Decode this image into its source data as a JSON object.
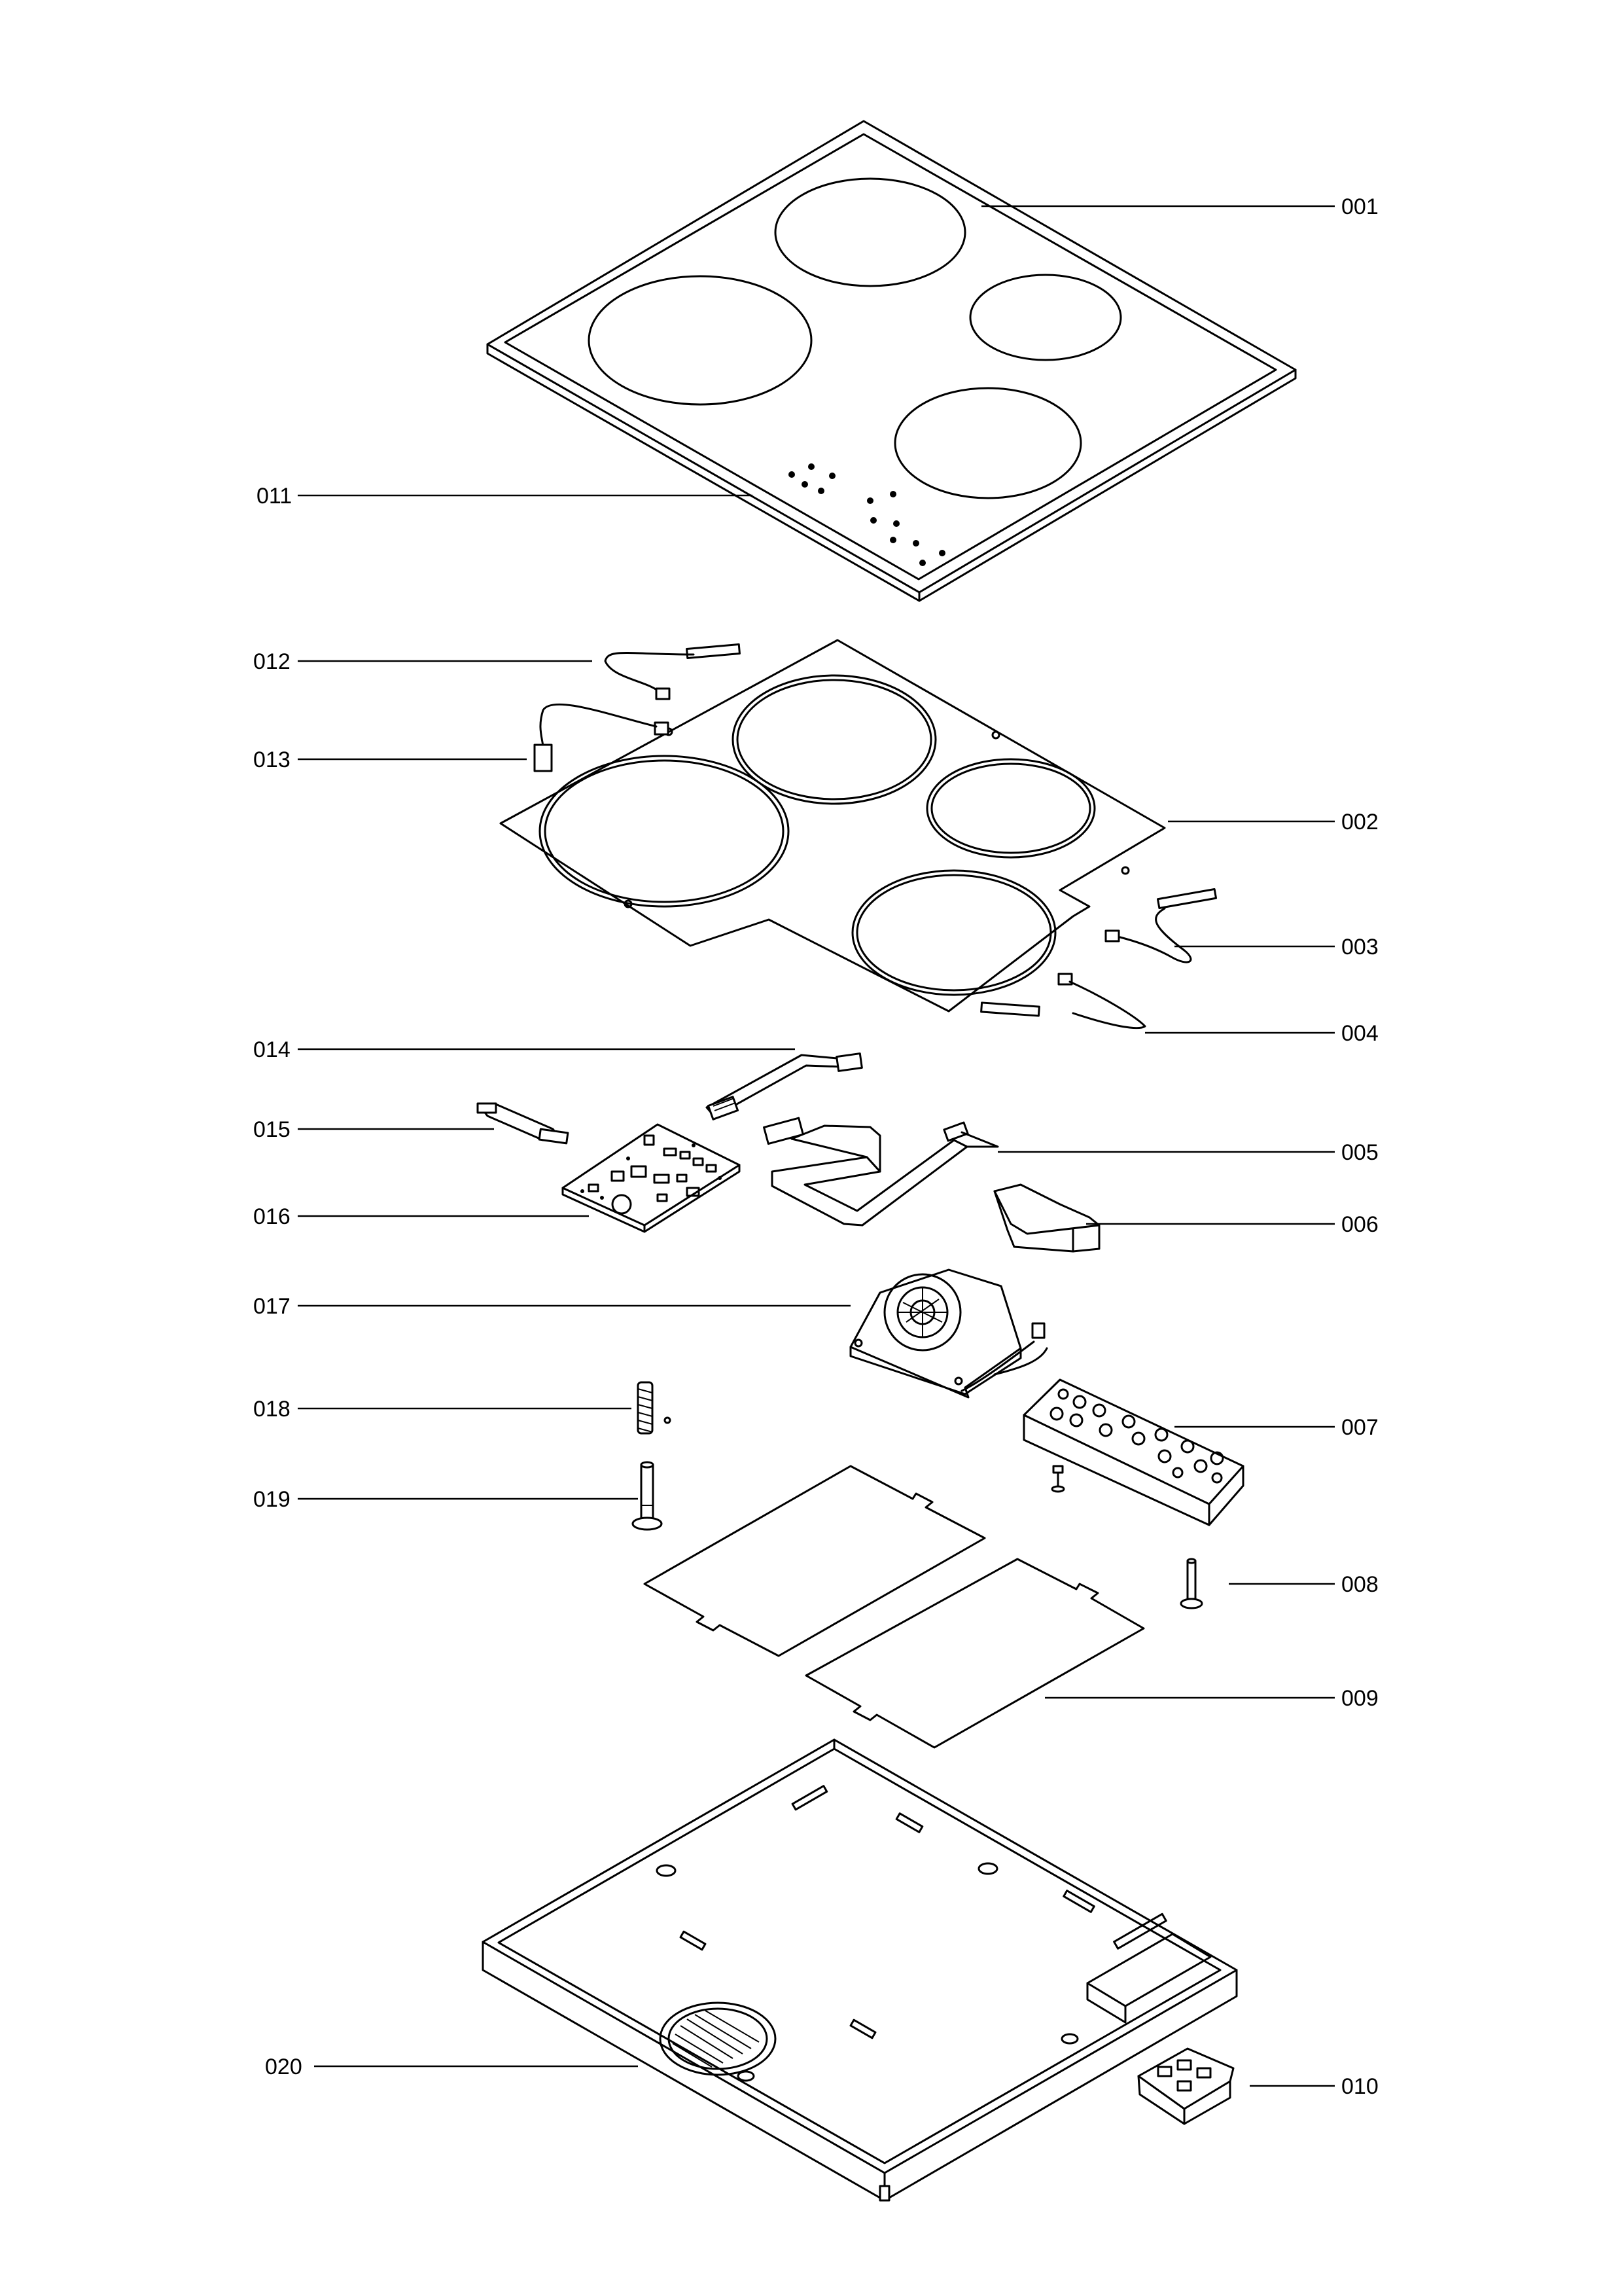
{
  "part_labels": {
    "p001": "001",
    "p002": "002",
    "p003": "003",
    "p004": "004",
    "p005": "005",
    "p006": "006",
    "p007": "007",
    "p008": "008",
    "p009": "009",
    "p010": "010",
    "p011": "011",
    "p012": "012",
    "p013": "013",
    "p014": "014",
    "p015": "015",
    "p016": "016",
    "p017": "017",
    "p018": "018",
    "p019": "019",
    "p020": "020"
  }
}
